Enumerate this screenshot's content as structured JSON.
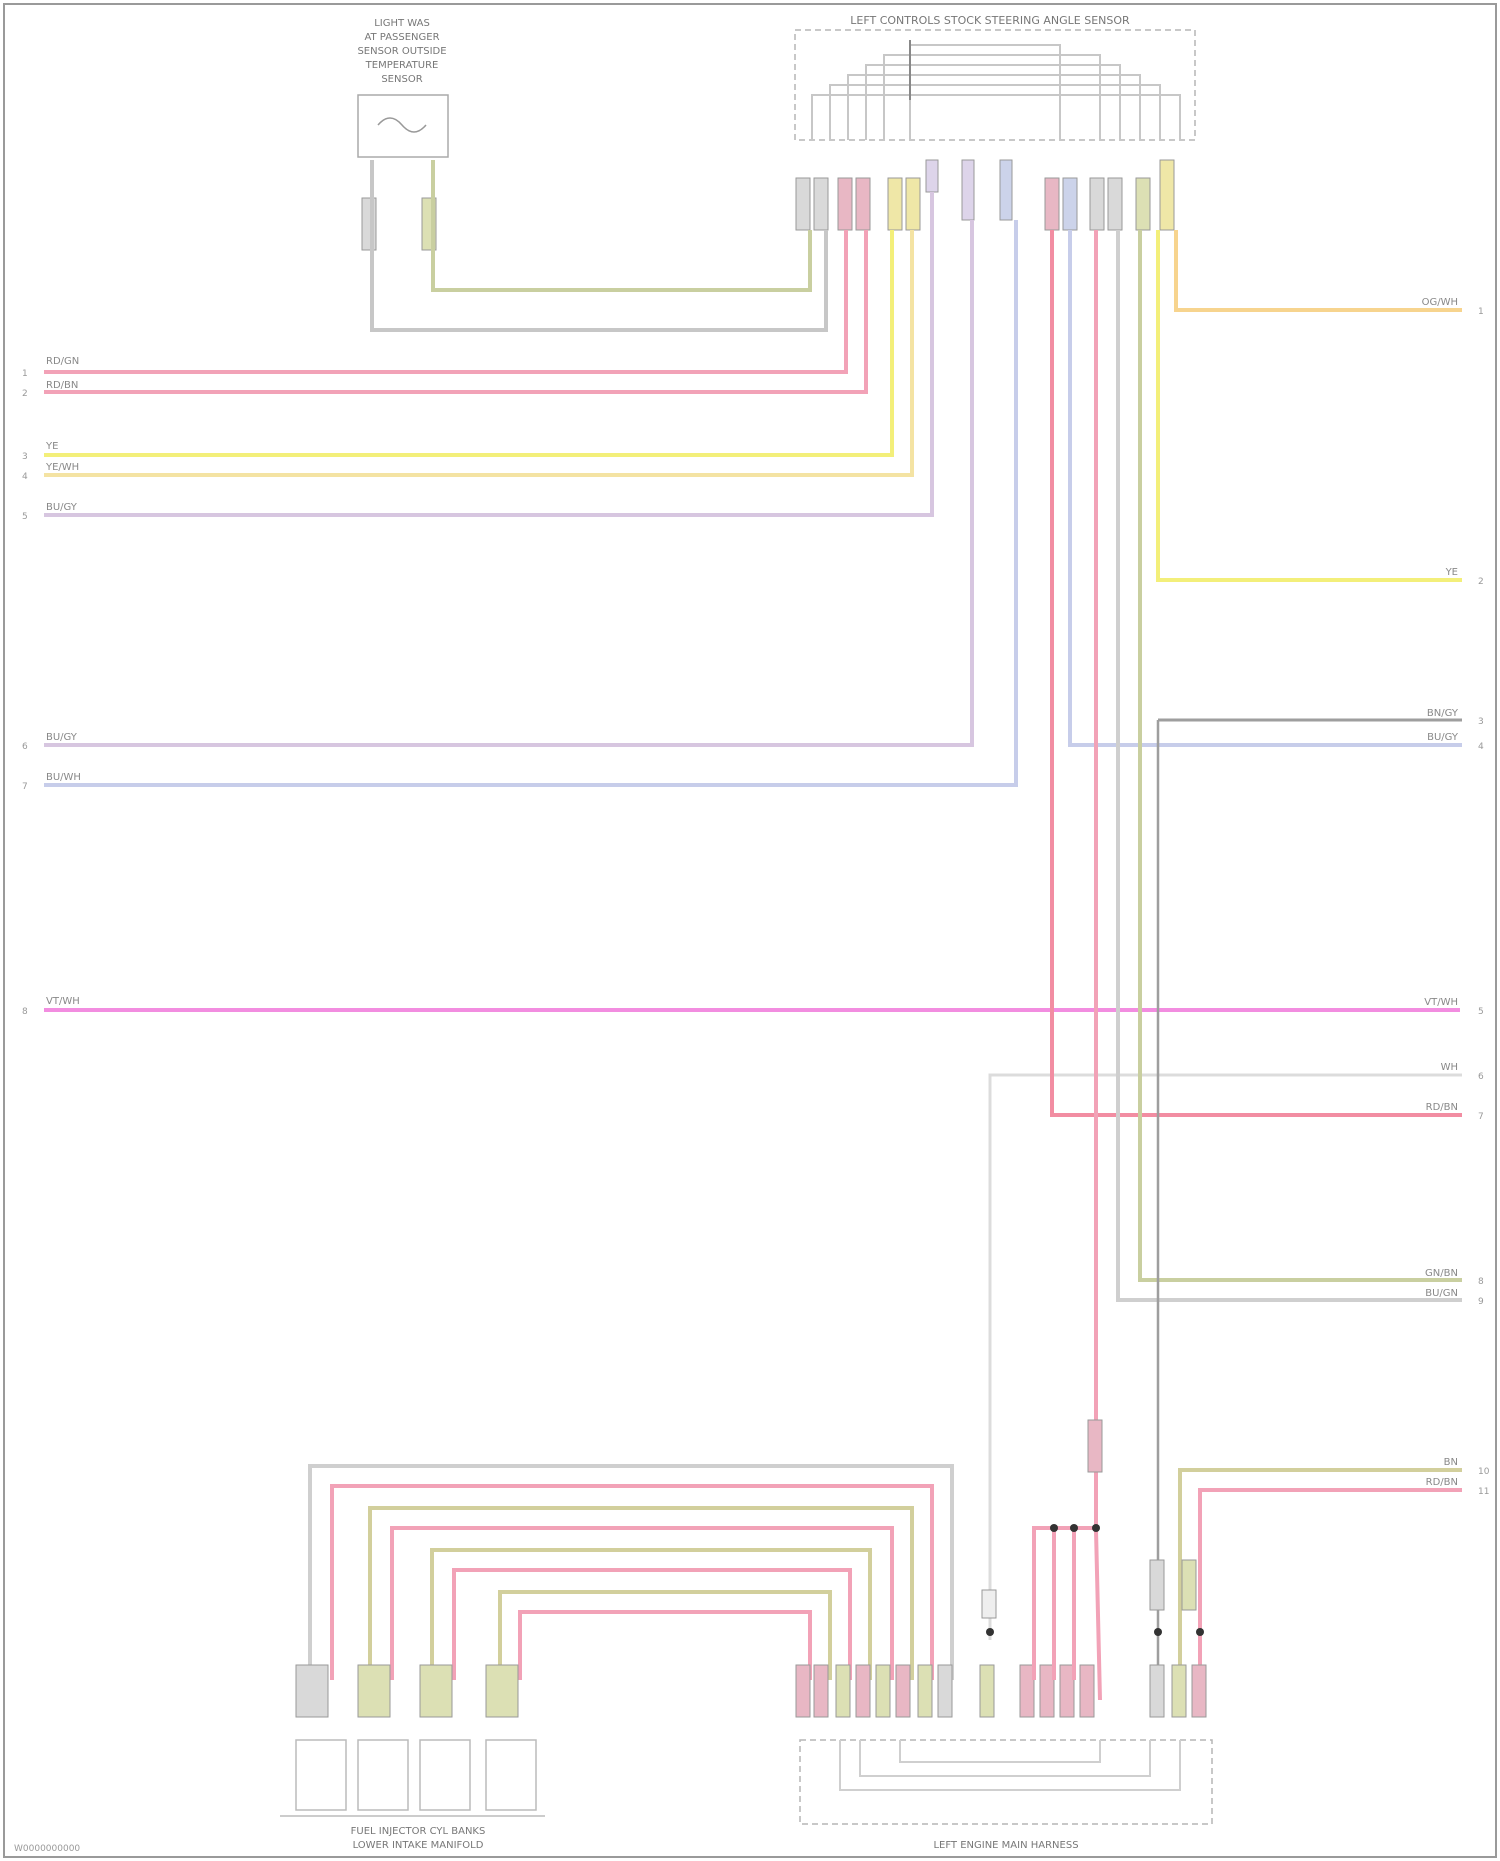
{
  "diagram": {
    "modules": {
      "top_center_title": "LEFT CONTROLS STOCK STEERING ANGLE SENSOR",
      "top_left_title": [
        "LIGHT WAS",
        "AT PASSENGER",
        "SENSOR OUTSIDE",
        "TEMPERATURE",
        "SENSOR"
      ],
      "bottom_left_title": [
        "FUEL INJECTOR CYL BANKS",
        "LOWER INTAKE MANIFOLD"
      ],
      "bottom_right_title": "LEFT ENGINE MAIN HARNESS"
    },
    "left_connector_pins": [
      "1",
      "2",
      "3",
      "4",
      "5",
      "6",
      "7",
      "8"
    ],
    "right_connector_pins": [
      "1",
      "2",
      "3",
      "4",
      "5",
      "6",
      "7",
      "8",
      "9",
      "10",
      "11"
    ],
    "wire_labels": {
      "left_pk_wh_1": "RD/GN",
      "left_pk_wh_2": "RD/BN",
      "left_ye": "YE",
      "left_ye_wh": "YE/WH",
      "left_vt": "BU/GY",
      "left_vt2": "BU/GY",
      "left_bu": "BU/WH",
      "left_pk_long": "VT/WH",
      "right_ye_or": "OG/WH",
      "right_ye": "YE",
      "right_gy_1": "BN/GY",
      "right_gy_2": "BU/GY",
      "right_pk": "VT/WH",
      "right_wh": "WH",
      "right_rd": "RD/BN",
      "right_gn_1": "GN/BN",
      "right_gn_2": "BU/GN",
      "right_bn": "BN",
      "right_rd_bn": "RD/BN"
    },
    "footer_code": "W0000000000"
  }
}
